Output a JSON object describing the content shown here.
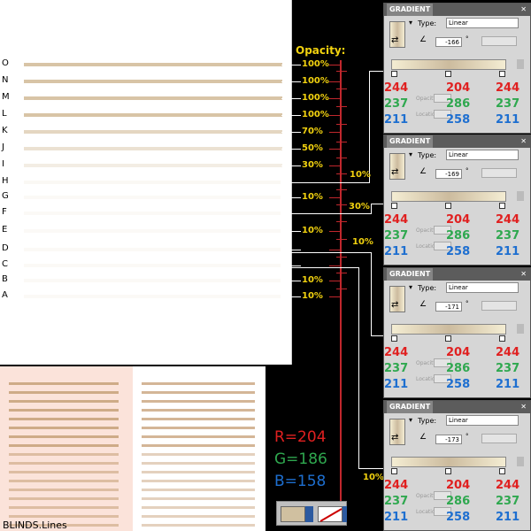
{
  "sheet": {
    "rows": [
      {
        "letter": "O",
        "opacity": "100%"
      },
      {
        "letter": "N",
        "opacity": "100%"
      },
      {
        "letter": "M",
        "opacity": "100%"
      },
      {
        "letter": "L",
        "opacity": "100%"
      },
      {
        "letter": "K",
        "opacity": "70%"
      },
      {
        "letter": "J",
        "opacity": "50%"
      },
      {
        "letter": "I",
        "opacity": "30%"
      },
      {
        "letter": "H",
        "opacity": ""
      },
      {
        "letter": "G",
        "opacity": "10%"
      },
      {
        "letter": "F",
        "opacity": ""
      },
      {
        "letter": "E",
        "opacity": "10%"
      },
      {
        "letter": "D",
        "opacity": ""
      },
      {
        "letter": "C",
        "opacity": ""
      },
      {
        "letter": "B",
        "opacity": "10%"
      },
      {
        "letter": "A",
        "opacity": "10%"
      }
    ]
  },
  "opacity_title": "Opacity:",
  "connector_labels": [
    "10%",
    "30%",
    "10%",
    "10%"
  ],
  "caption": "BLINDS.Lines",
  "fill_color": {
    "r": "R=204",
    "g": "G=186",
    "b": "B=158"
  },
  "colors": {
    "red": "#e02020",
    "green": "#2fa84f",
    "blue": "#1e6fd0",
    "line": "#d8c4a6"
  },
  "panels": [
    {
      "title": "GRADIENT",
      "type_label": "Type:",
      "type_value": "Linear",
      "angle": "-166",
      "stops": [
        {
          "r": "244",
          "g": "237",
          "b": "211"
        },
        {
          "r": "204",
          "g": "286",
          "b": "258"
        },
        {
          "r": "244",
          "g": "237",
          "b": "211"
        }
      ],
      "opacity_label": "Opacity:",
      "location_label": "Location:"
    },
    {
      "title": "GRADIENT",
      "type_label": "Type:",
      "type_value": "Linear",
      "angle": "-169",
      "stops": [
        {
          "r": "244",
          "g": "237",
          "b": "211"
        },
        {
          "r": "204",
          "g": "286",
          "b": "258"
        },
        {
          "r": "244",
          "g": "237",
          "b": "211"
        }
      ],
      "opacity_label": "Opacity:",
      "location_label": "Location:"
    },
    {
      "title": "GRADIENT",
      "type_label": "Type:",
      "type_value": "Linear",
      "angle": "-171",
      "stops": [
        {
          "r": "244",
          "g": "237",
          "b": "211"
        },
        {
          "r": "204",
          "g": "286",
          "b": "258"
        },
        {
          "r": "244",
          "g": "237",
          "b": "211"
        }
      ],
      "opacity_label": "Opacity:",
      "location_label": "Location:"
    },
    {
      "title": "GRADIENT",
      "type_label": "Type:",
      "type_value": "Linear",
      "angle": "-173",
      "stops": [
        {
          "r": "244",
          "g": "237",
          "b": "211"
        },
        {
          "r": "204",
          "g": "286",
          "b": "258"
        },
        {
          "r": "244",
          "g": "237",
          "b": "211"
        }
      ],
      "opacity_label": "Opacity:",
      "location_label": "Location:"
    }
  ]
}
